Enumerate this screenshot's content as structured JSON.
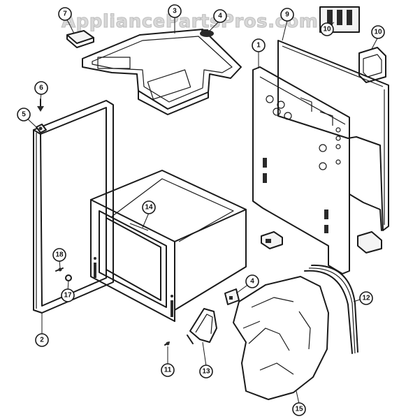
{
  "watermark": "AppliancePartsPros.com",
  "callouts": [
    {
      "id": "1",
      "label": "1"
    },
    {
      "id": "2",
      "label": "2"
    },
    {
      "id": "3",
      "label": "3"
    },
    {
      "id": "4a",
      "label": "4"
    },
    {
      "id": "4b",
      "label": "4"
    },
    {
      "id": "5",
      "label": "5"
    },
    {
      "id": "6",
      "label": "6"
    },
    {
      "id": "7",
      "label": "7"
    },
    {
      "id": "9",
      "label": "9"
    },
    {
      "id": "10a",
      "label": "10"
    },
    {
      "id": "10b",
      "label": "10"
    },
    {
      "id": "11",
      "label": "11"
    },
    {
      "id": "12",
      "label": "12"
    },
    {
      "id": "13",
      "label": "13"
    },
    {
      "id": "14",
      "label": "14"
    },
    {
      "id": "15",
      "label": "15"
    },
    {
      "id": "17",
      "label": "17"
    },
    {
      "id": "18",
      "label": "18"
    }
  ]
}
